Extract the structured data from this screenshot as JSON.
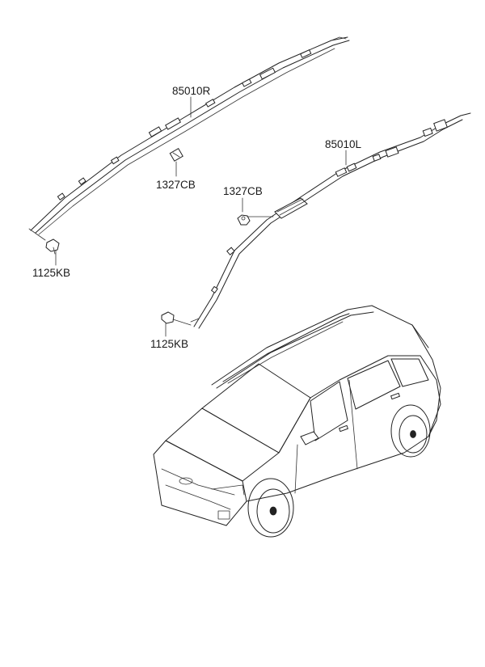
{
  "labels": {
    "airbag_right": "85010R",
    "clip_right": "1327CB",
    "bolt_right": "1125KB",
    "airbag_left": "85010L",
    "clip_left": "1327CB",
    "bolt_left": "1125KB"
  }
}
